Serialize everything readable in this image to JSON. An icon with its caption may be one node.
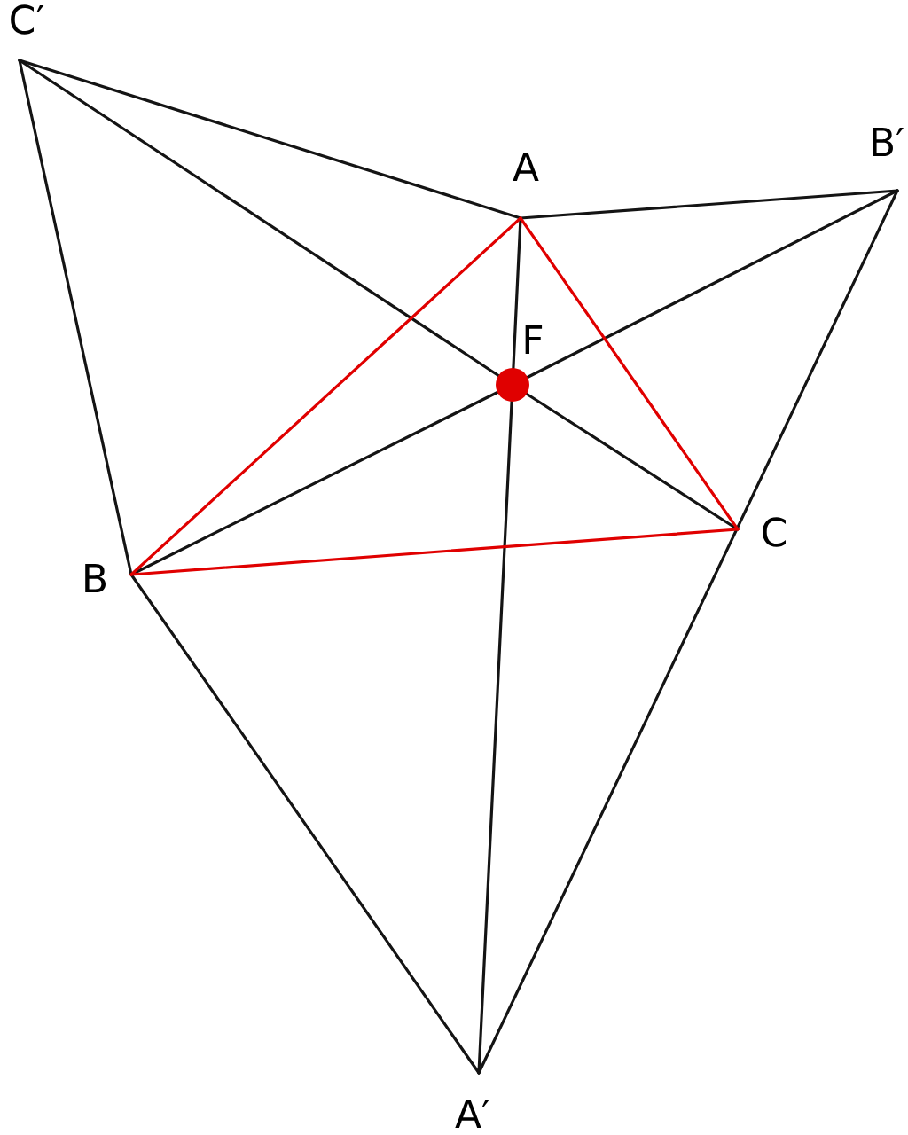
{
  "diagram": {
    "nodes": [
      {
        "text": [
          "C′"
        ]
      },
      {
        "text": [
          "A"
        ]
      },
      {
        "text": [
          "B′"
        ]
      },
      {
        "text": [
          "F"
        ]
      },
      {
        "text": [
          "C"
        ]
      },
      {
        "text": [
          "B"
        ]
      },
      {
        "text": [
          "A′"
        ]
      }
    ],
    "edges": [
      {
        "from": 0,
        "to": 1,
        "arrow": "none"
      },
      {
        "from": 1,
        "to": 2,
        "arrow": "none"
      },
      {
        "from": 0,
        "to": 5,
        "arrow": "none"
      },
      {
        "from": 0,
        "to": 3,
        "arrow": "none"
      },
      {
        "from": 3,
        "to": 4,
        "arrow": "none"
      },
      {
        "from": 2,
        "to": 3,
        "arrow": "none"
      },
      {
        "from": 3,
        "to": 5,
        "arrow": "none"
      },
      {
        "from": 2,
        "to": 6,
        "arrow": "none"
      },
      {
        "from": 5,
        "to": 6,
        "arrow": "none"
      },
      {
        "from": 1,
        "to": 3,
        "arrow": "none"
      },
      {
        "from": 3,
        "to": 6,
        "arrow": "none"
      },
      {
        "from": 1,
        "to": 5,
        "arrow": "none",
        "color": "#e00000"
      },
      {
        "from": 1,
        "to": 4,
        "arrow": "none",
        "color": "#e00000"
      },
      {
        "from": 5,
        "to": 4,
        "arrow": "none",
        "color": "#e00000"
      }
    ]
  }
}
